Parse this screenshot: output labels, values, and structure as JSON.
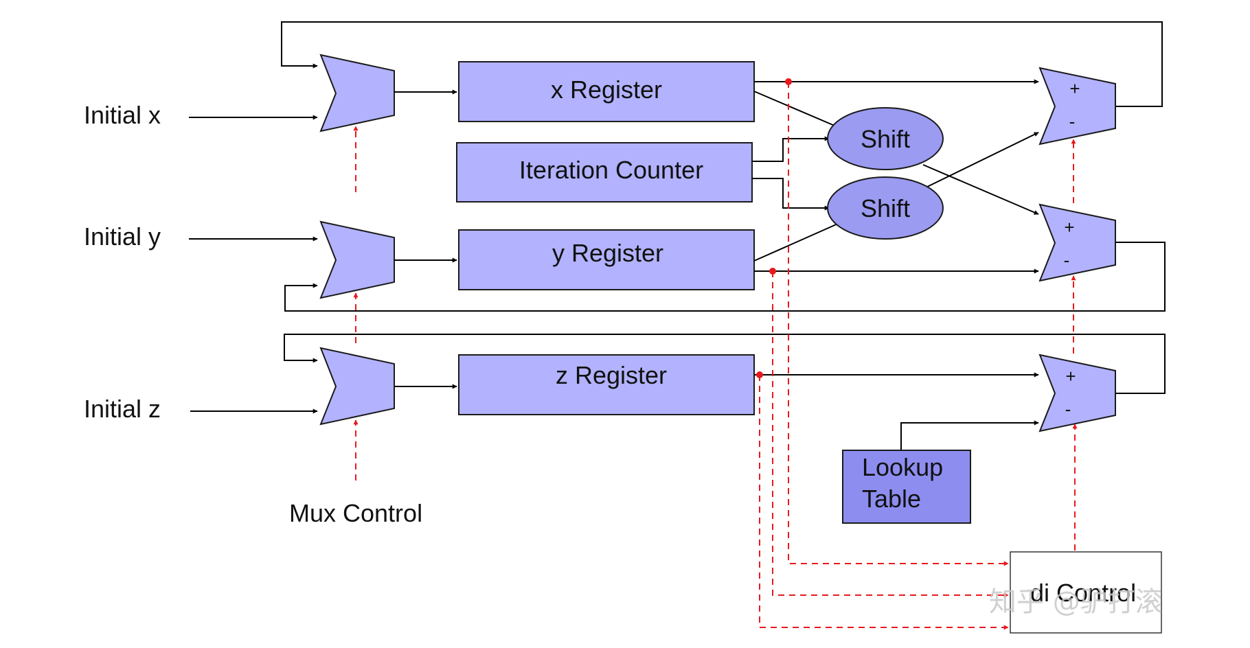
{
  "inputs": {
    "initial_x": "Initial x",
    "initial_y": "Initial y",
    "initial_z": "Initial z",
    "mux_control": "Mux Control"
  },
  "registers": {
    "x": "x Register",
    "iteration_counter": "Iteration Counter",
    "y": "y Register",
    "z": "z Register"
  },
  "shifters": {
    "top": "Shift",
    "bottom": "Shift"
  },
  "adders": {
    "plus": "+",
    "minus": "-"
  },
  "lookup_table": {
    "line1": "Lookup",
    "line2": "Table"
  },
  "control": {
    "label": "di Control"
  },
  "watermark": "知乎 @驴打滚",
  "colors": {
    "block_fill": "#b2b2ff",
    "shift_fill": "#9b9bf2",
    "lookup_fill": "#8d8df0",
    "control_wire": "#e8191c"
  }
}
